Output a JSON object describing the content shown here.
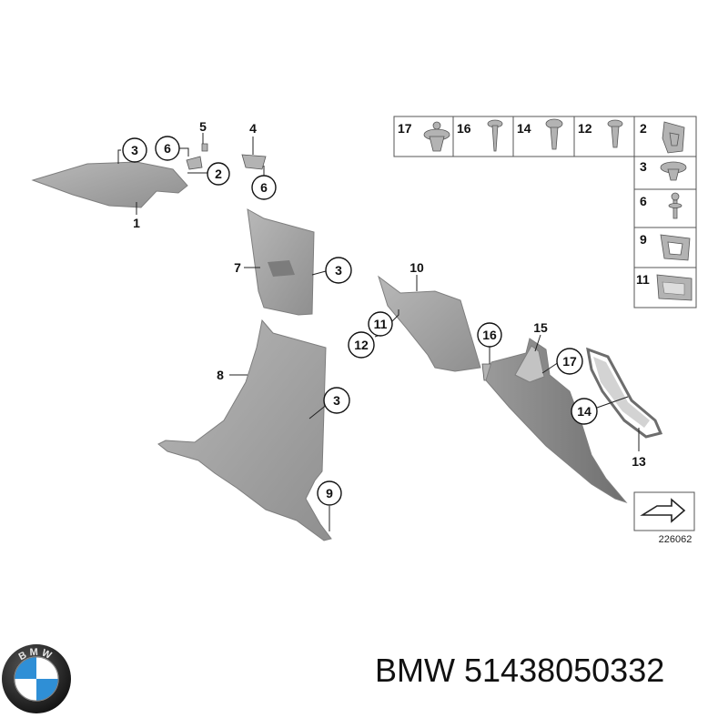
{
  "callouts": {
    "c1": "1",
    "c2": "2",
    "c3a": "3",
    "c3b": "3",
    "c3c": "3",
    "c4": "4",
    "c5": "5",
    "c6a": "6",
    "c6b": "6",
    "c7": "7",
    "c8": "8",
    "c9": "9",
    "c10": "10",
    "c11": "11",
    "c12": "12",
    "c13": "13",
    "c14": "14",
    "c15": "15",
    "c16": "16",
    "c17": "17"
  },
  "hardware_table": {
    "row": [
      "17",
      "16",
      "14",
      "12",
      "2"
    ],
    "column": [
      "3",
      "6",
      "9",
      "11"
    ]
  },
  "reference_number": "226062",
  "logo_text": "BMW",
  "brand": "BMW",
  "part_number": "51438050332",
  "colors": {
    "part_fill": "#a9a9a9",
    "part_dark": "#8a8a8a",
    "logo_blue": "#2f8fd6",
    "logo_black": "#1a1a1a"
  }
}
